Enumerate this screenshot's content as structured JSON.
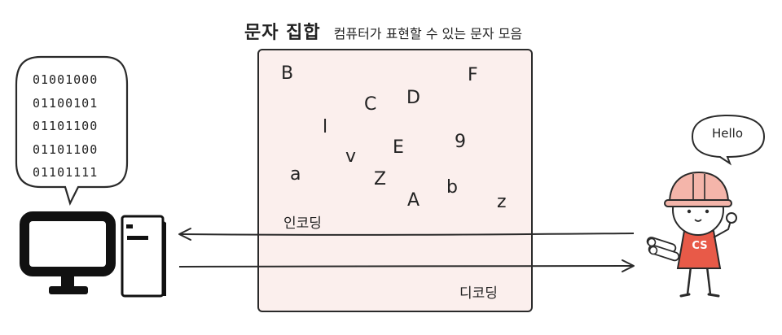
{
  "header": {
    "title": "문자 집합",
    "subtitle": "컴퓨터가 표현할 수 있는 문자 모음"
  },
  "charset": {
    "characters": [
      "B",
      "F",
      "C",
      "D",
      "l",
      "9",
      "E",
      "v",
      "a",
      "Z",
      "b",
      "A",
      "z"
    ],
    "encoding_label": "인코딩",
    "decoding_label": "디코딩"
  },
  "computer": {
    "binary_lines": [
      "01001000",
      "01100101",
      "01101100",
      "01101100",
      "01101111"
    ]
  },
  "person": {
    "speech": "Hello",
    "helmet_badge": "CS"
  },
  "colors": {
    "box_fill": "#fbefed",
    "helmet": "#f4b5aa",
    "shirt": "#e85a48",
    "outline": "#2a2a2a"
  }
}
